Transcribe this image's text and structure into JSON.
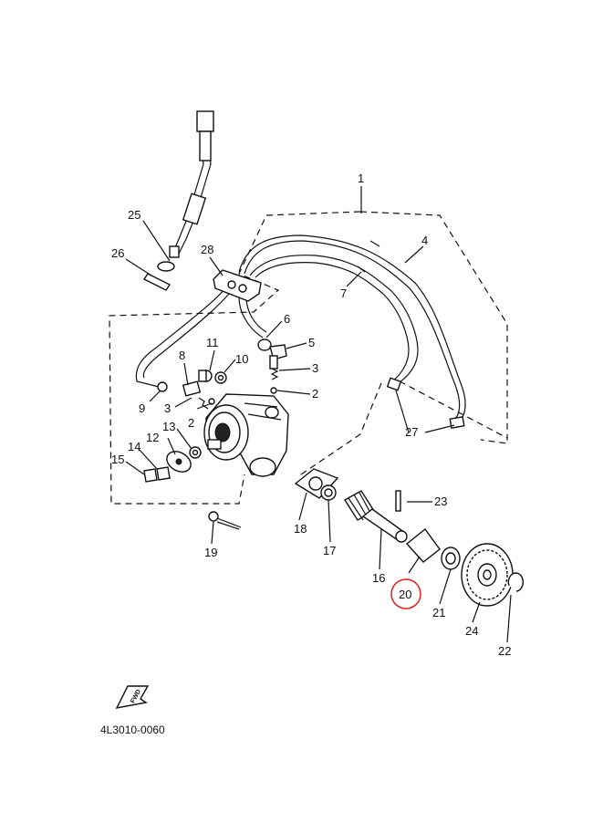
{
  "diagram_code": "4L3010-0060",
  "forward_marker": "FWD",
  "highlight_color": "#e0201e",
  "highlighted_part": "20",
  "part_labels": {
    "p1": "1",
    "p2a": "2",
    "p2b": "2",
    "p3a": "3",
    "p3b": "3",
    "p4": "4",
    "p5": "5",
    "p6": "6",
    "p7": "7",
    "p8": "8",
    "p9": "9",
    "p10": "10",
    "p11": "11",
    "p12": "12",
    "p13": "13",
    "p14": "14",
    "p15": "15",
    "p16": "16",
    "p17": "17",
    "p18": "18",
    "p19": "19",
    "p20": "20",
    "p21": "21",
    "p22": "22",
    "p23": "23",
    "p24": "24",
    "p25": "25",
    "p26": "26",
    "p27": "27",
    "p28": "28"
  }
}
